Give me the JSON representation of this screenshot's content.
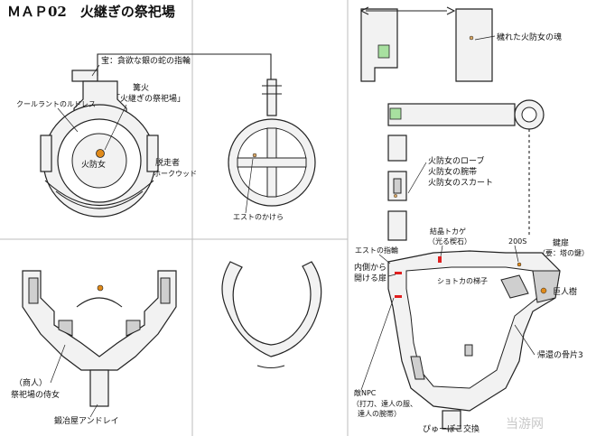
{
  "title": "ＭＡＰ02　火継ぎの祭祀場",
  "labels": {
    "treasure_ring": "宝：貪欲な銀の蛇の指輪",
    "crestfallen_area": "クールラントのルドレス",
    "bonfire_title": "篝火",
    "bonfire_name": "「火継ぎの祭祀場」",
    "firekeeper": "火防女",
    "deserter": "脱走者",
    "hawkwood": "ホークウッド",
    "estus_shard": "エストのかけら",
    "merchant": "（商人）",
    "maiden": "祭祀場の侍女",
    "blacksmith": "鍛冶屋アンドレイ",
    "soul_label": "穢れた火防女の魂",
    "robe": "火防女のローブ",
    "armband": "火防女の腕帯",
    "skirt": "火防女のスカート",
    "estus_ring": "エストの指輪",
    "inner_door1": "内側から",
    "inner_door2": "開ける扉",
    "crystal_lizard1": "結晶トカゲ",
    "crystal_lizard2": "（光る楔石）",
    "ladder": "ショトカの梯子",
    "souls_200": "200S",
    "tower_door1": "鍵扉",
    "tower_door2": "（要：塔の鍵）",
    "giant_tree": "巨人樹",
    "homeward_bone": "帰還の骨片3",
    "hostile_npc": "敵NPC",
    "npc_drop1": "（打刀、達人の服、",
    "npc_drop2": "達人の腕帯）",
    "pickle_pee": "ぴゅーぽこ交換"
  },
  "watermark": "当游网",
  "colors": {
    "green_marker": "#a8e0a0",
    "orange_marker": "#e08a1a",
    "red_marker": "#e02020",
    "wall": "#222222"
  }
}
